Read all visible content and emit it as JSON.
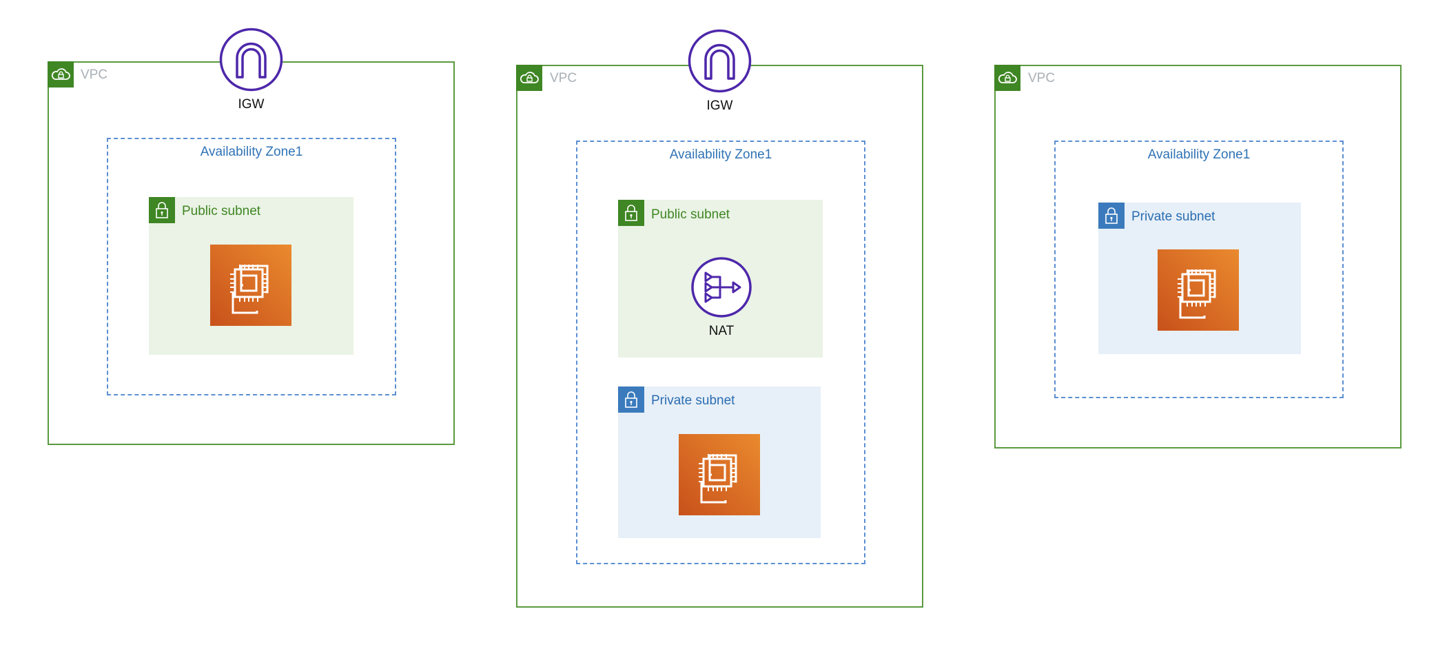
{
  "vpcs": [
    {
      "label": "VPC",
      "igw": {
        "label": "IGW"
      },
      "az": {
        "label": "Availability Zone1",
        "subnets": [
          {
            "label": "Public subnet",
            "kind": "public",
            "resource": "ec2-instance-icon"
          }
        ]
      }
    },
    {
      "label": "VPC",
      "igw": {
        "label": "IGW"
      },
      "az": {
        "label": "Availability Zone1",
        "subnets": [
          {
            "label": "Public subnet",
            "kind": "public",
            "resource": "nat-gateway-icon",
            "resource_label": "NAT"
          },
          {
            "label": "Private subnet",
            "kind": "private",
            "resource": "ec2-instance-icon"
          }
        ]
      }
    },
    {
      "label": "VPC",
      "az": {
        "label": "Availability Zone1",
        "subnets": [
          {
            "label": "Private subnet",
            "kind": "private",
            "resource": "ec2-instance-icon"
          }
        ]
      }
    }
  ],
  "colors": {
    "vpc_border": "#5a9a3e",
    "vpc_tag": "#3f8624",
    "az_border": "#5b8fd1",
    "public_fill": "#eaf3e5",
    "private_fill": "#e7f0f8",
    "igw_purple": "#4d27aa",
    "ec2_orange": "#d86613"
  }
}
